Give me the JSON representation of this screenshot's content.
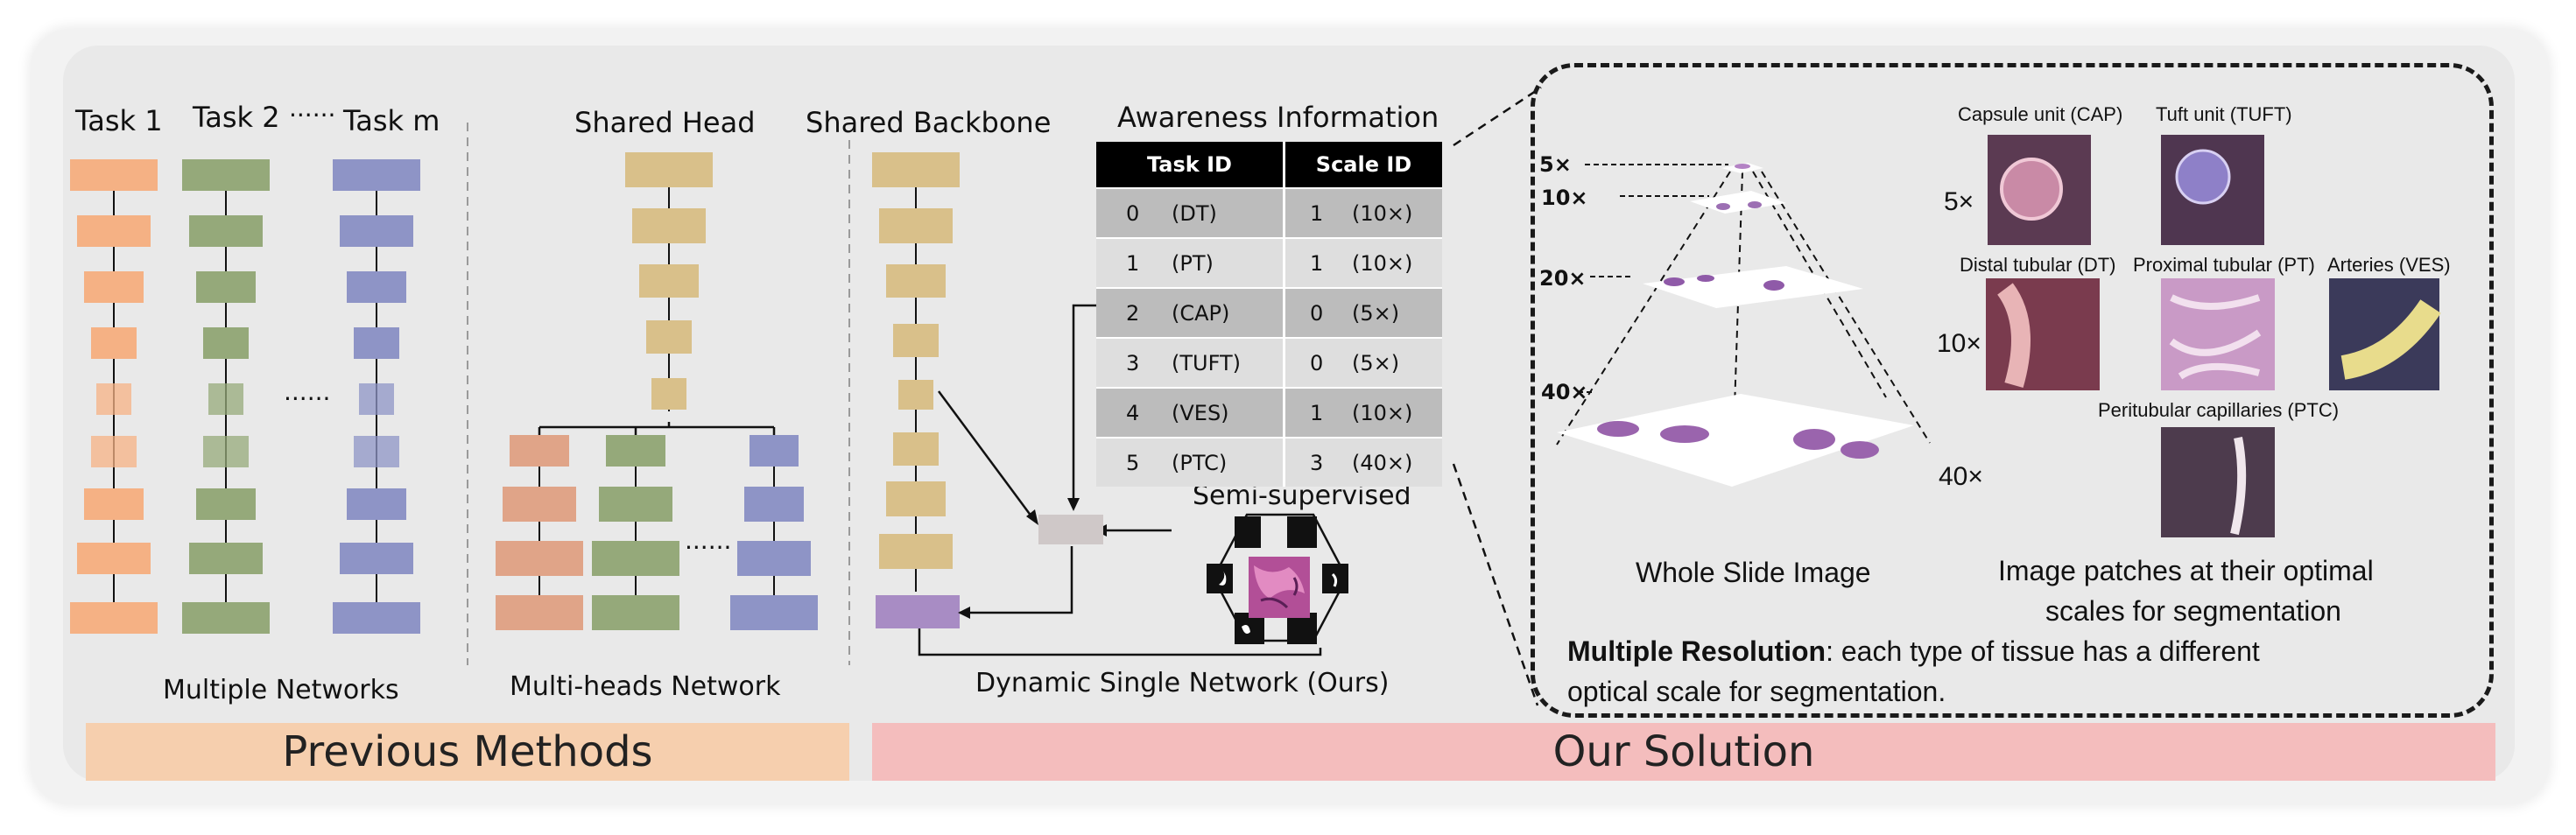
{
  "previous": {
    "task1": "Task 1",
    "task2": "Task 2",
    "dots": "······",
    "taskm": "Task m",
    "mid_dots": "······",
    "shared_head": "Shared Head",
    "heads_dots": "······",
    "multiple_networks": "Multiple Networks",
    "multi_heads": "Multi-heads Network",
    "band": "Previous Methods"
  },
  "ours": {
    "shared_backbone": "Shared Backbone",
    "awareness": "Awareness Information",
    "semi": "Semi-supervised",
    "dynamic": "Dynamic Single Network (Ours)",
    "band": "Our Solution"
  },
  "table": {
    "headers": [
      "Task ID",
      "Scale ID"
    ],
    "rows": [
      {
        "task_id": "0",
        "task": "(DT)",
        "scale_id": "1",
        "scale": "(10×)"
      },
      {
        "task_id": "1",
        "task": "(PT)",
        "scale_id": "1",
        "scale": "(10×)"
      },
      {
        "task_id": "2",
        "task": "(CAP)",
        "scale_id": "0",
        "scale": "(5×)"
      },
      {
        "task_id": "3",
        "task": "(TUFT)",
        "scale_id": "0",
        "scale": "(5×)"
      },
      {
        "task_id": "4",
        "task": "(VES)",
        "scale_id": "1",
        "scale": "(10×)"
      },
      {
        "task_id": "5",
        "task": "(PTC)",
        "scale_id": "3",
        "scale": "(40×)"
      }
    ]
  },
  "zoom": {
    "pyr_5x": "5×",
    "pyr_10x": "10×",
    "pyr_20x": "20×",
    "pyr_40x": "40×",
    "cap": "Capsule unit (CAP)",
    "tuft": "Tuft unit (TUFT)",
    "dt": "Distal tubular (DT)",
    "pt": "Proximal tubular (PT)",
    "ves": "Arteries (VES)",
    "ptc": "Peritubular capillaries (PTC)",
    "row_5x": "5×",
    "row_10x": "10×",
    "row_40x": "40×",
    "wsi": "Whole Slide Image",
    "patches_1": "Image patches at their optimal",
    "patches_2": "scales for segmentation",
    "mr_bold": "Multiple Resolution",
    "mr_rest": ": each type of tissue has a different",
    "mr_line2": "optical scale for segmentation."
  },
  "colors": {
    "orange": "#f5b184",
    "green": "#95a97a",
    "purple": "#8e94c6",
    "tan": "#d9c08a",
    "salmon": "#e0a488",
    "backbone_out": "#a88cc4",
    "gray_block": "#cfc8c8",
    "band_prev": "#f6cfae",
    "band_ours": "#f4bdbd"
  }
}
